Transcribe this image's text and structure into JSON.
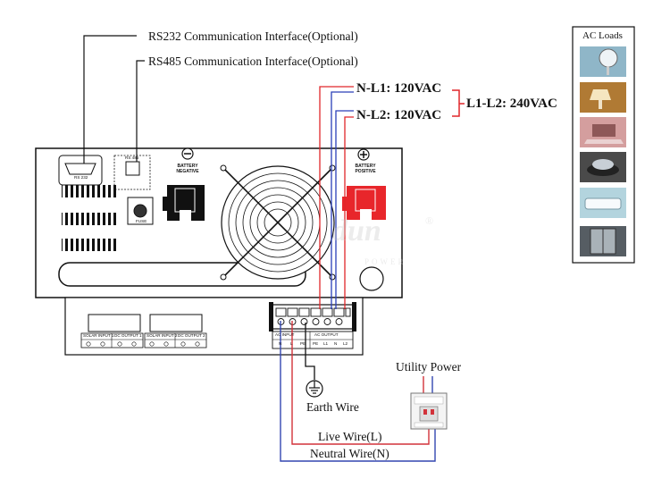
{
  "labels": {
    "rs232": "RS232 Communication Interface(Optional)",
    "rs485": "RS485 Communication Interface(Optional)",
    "n_l1": "N-L1: 120VAC",
    "n_l2": "N-L2: 120VAC",
    "l1_l2": "L1-L2: 240VAC",
    "ac_loads": "AC Loads",
    "utility_power": "Utility Power",
    "earth_wire": "Earth Wire",
    "live_wire": "Live Wire(L)",
    "neutral_wire": "Neutral Wire(N)"
  },
  "panel": {
    "port_rs232": "RS 232",
    "port_rs485": "RS 485",
    "fuse": "FUSE",
    "battery_negative": "BATTERY NEGATIVE",
    "battery_positive": "BATTERY POSITIVE",
    "negative_symbol": "−",
    "positive_symbol": "+",
    "solar_input_1": "SOLAR INPUT 1",
    "dc_output_1": "DC OUTPUT 1",
    "solar_input_2": "SOLAR INPUT 2",
    "dc_output_2": "DC OUTPUT 2",
    "ac_input": "AC INPUT",
    "ac_output": "AC OUTPUT",
    "ac_input_terms": [
      "N",
      "L",
      "PE"
    ],
    "ac_output_terms": [
      "PE",
      "L1",
      "N",
      "L2"
    ]
  },
  "watermark": {
    "brand": "dun",
    "registered": "®",
    "sub": "POWER"
  },
  "ac_load_items": [
    "desk-fan",
    "table-lamp",
    "laptop",
    "induction-cooker",
    "air-conditioner",
    "refrigerator"
  ],
  "colors": {
    "red_wire": "#e0262a",
    "blue_wire": "#2a3fb8",
    "live_wire": "#d2323a",
    "neutral_wire": "#3346b0",
    "battery_positive": "#e8262b",
    "line": "#111111"
  }
}
